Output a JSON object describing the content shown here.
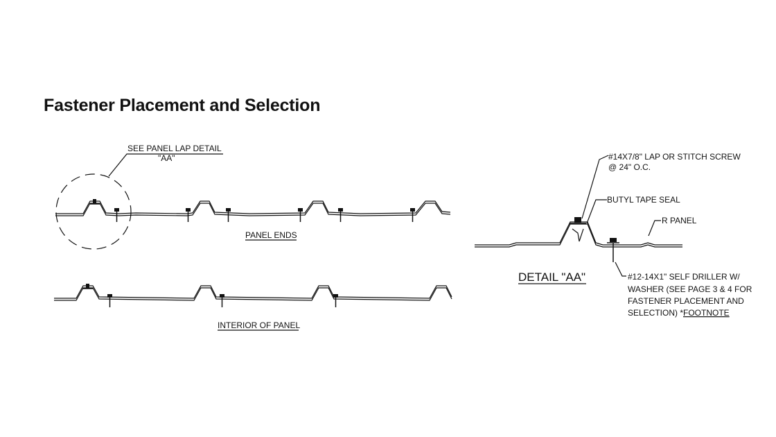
{
  "page": {
    "title": "Fastener Placement and Selection"
  },
  "labels": {
    "see_panel_lap_detail": "SEE PANEL LAP DETAIL",
    "aa_ref": "\"AA\"",
    "panel_ends": "PANEL ENDS",
    "interior_of_panel": "INTERIOR OF PANEL",
    "detail_aa": "DETAIL \"AA\"",
    "lap_screw_line1": "#14X7/8\" LAP OR STITCH SCREW",
    "lap_screw_line2": "@ 24\" O.C.",
    "butyl_tape_seal": "BUTYL TAPE SEAL",
    "r_panel": "R PANEL",
    "self_driller_line1": "#12-14X1\" SELF DRILLER W/",
    "self_driller_line2": "WASHER (SEE PAGE 3 & 4 FOR",
    "self_driller_line3": "FASTENER PLACEMENT AND",
    "self_driller_line4": "SELECTION) *",
    "footnote": "FOOTNOTE"
  }
}
